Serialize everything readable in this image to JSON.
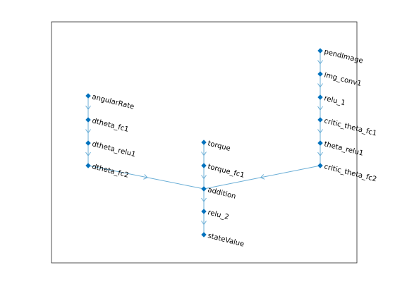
{
  "graph": {
    "nodes": [
      {
        "id": "pendImage",
        "label": "pendImage"
      },
      {
        "id": "img_conv1",
        "label": "img_conv1"
      },
      {
        "id": "relu_1",
        "label": "relu_1"
      },
      {
        "id": "critic_theta_fc1",
        "label": "critic_theta_fc1"
      },
      {
        "id": "theta_relu1",
        "label": "theta_relu1"
      },
      {
        "id": "critic_theta_fc2",
        "label": "critic_theta_fc2"
      },
      {
        "id": "angularRate",
        "label": "angularRate"
      },
      {
        "id": "dtheta_fc1",
        "label": "dtheta_fc1"
      },
      {
        "id": "dtheta_relu1",
        "label": "dtheta_relu1"
      },
      {
        "id": "dtheta_fc2",
        "label": "dtheta_fc2"
      },
      {
        "id": "torque",
        "label": "torque"
      },
      {
        "id": "torque_fc1",
        "label": "torque_fc1"
      },
      {
        "id": "addition",
        "label": "addition"
      },
      {
        "id": "relu_2",
        "label": "relu_2"
      },
      {
        "id": "stateValue",
        "label": "stateValue"
      }
    ],
    "edges": [
      [
        "pendImage",
        "img_conv1"
      ],
      [
        "img_conv1",
        "relu_1"
      ],
      [
        "relu_1",
        "critic_theta_fc1"
      ],
      [
        "critic_theta_fc1",
        "theta_relu1"
      ],
      [
        "theta_relu1",
        "critic_theta_fc2"
      ],
      [
        "angularRate",
        "dtheta_fc1"
      ],
      [
        "dtheta_fc1",
        "dtheta_relu1"
      ],
      [
        "dtheta_relu1",
        "dtheta_fc2"
      ],
      [
        "torque",
        "torque_fc1"
      ],
      [
        "dtheta_fc2",
        "addition"
      ],
      [
        "torque_fc1",
        "addition"
      ],
      [
        "critic_theta_fc2",
        "addition"
      ],
      [
        "addition",
        "relu_2"
      ],
      [
        "relu_2",
        "stateValue"
      ]
    ],
    "colors": {
      "node": "#0072bd",
      "edge": "#6aaed6",
      "axes": "#262626"
    }
  }
}
